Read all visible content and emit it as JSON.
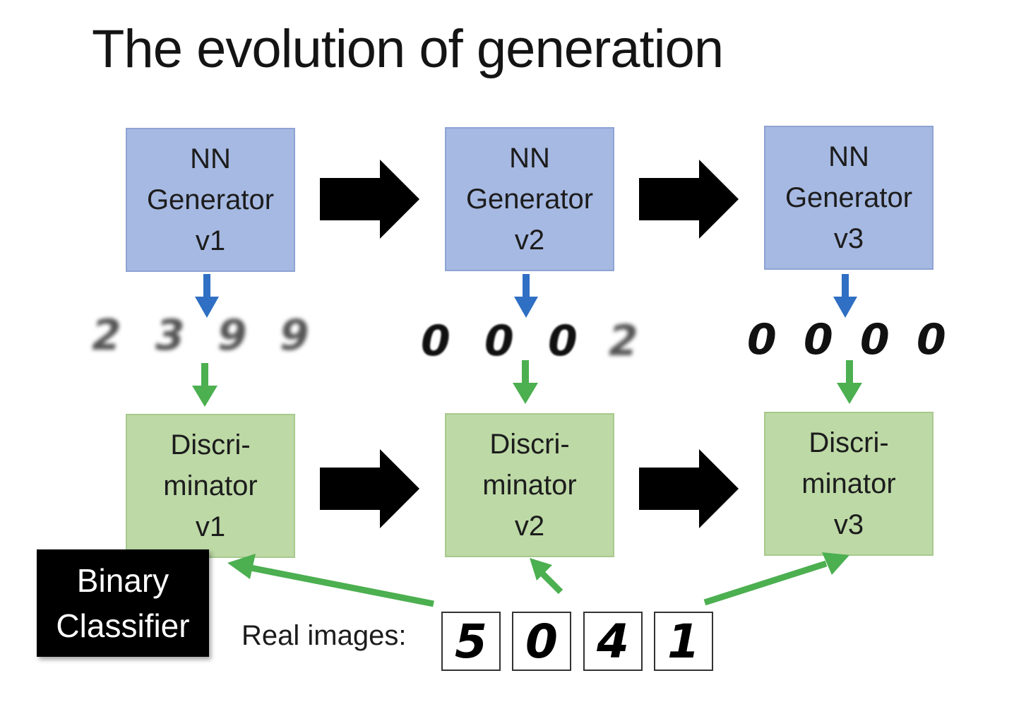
{
  "title": "The evolution of generation",
  "generators": [
    {
      "l1": "NN",
      "l2": "Generator",
      "l3": "v1"
    },
    {
      "l1": "NN",
      "l2": "Generator",
      "l3": "v2"
    },
    {
      "l1": "NN",
      "l2": "Generator",
      "l3": "v3"
    }
  ],
  "discriminators": [
    {
      "l1": "Discri-",
      "l2": "minator",
      "l3": "v1"
    },
    {
      "l1": "Discri-",
      "l2": "minator",
      "l3": "v2"
    },
    {
      "l1": "Discri-",
      "l2": "minator",
      "l3": "v3"
    }
  ],
  "samples": {
    "v1": [
      "2",
      "3",
      "9",
      "9"
    ],
    "v2": [
      "0",
      "0",
      "0",
      "2"
    ],
    "v3": [
      "0",
      "0",
      "0",
      "0"
    ]
  },
  "binary_classifier": {
    "l1": "Binary",
    "l2": "Classifier"
  },
  "real_images": {
    "label": "Real images:",
    "digits": [
      "5",
      "0",
      "4",
      "1"
    ]
  },
  "colors": {
    "generator": "#a6b9e2",
    "discriminator": "#bdd9a6",
    "blue_arrow": "#2f6fc4",
    "green_arrow": "#4caf50",
    "black_arrow": "#000000"
  }
}
